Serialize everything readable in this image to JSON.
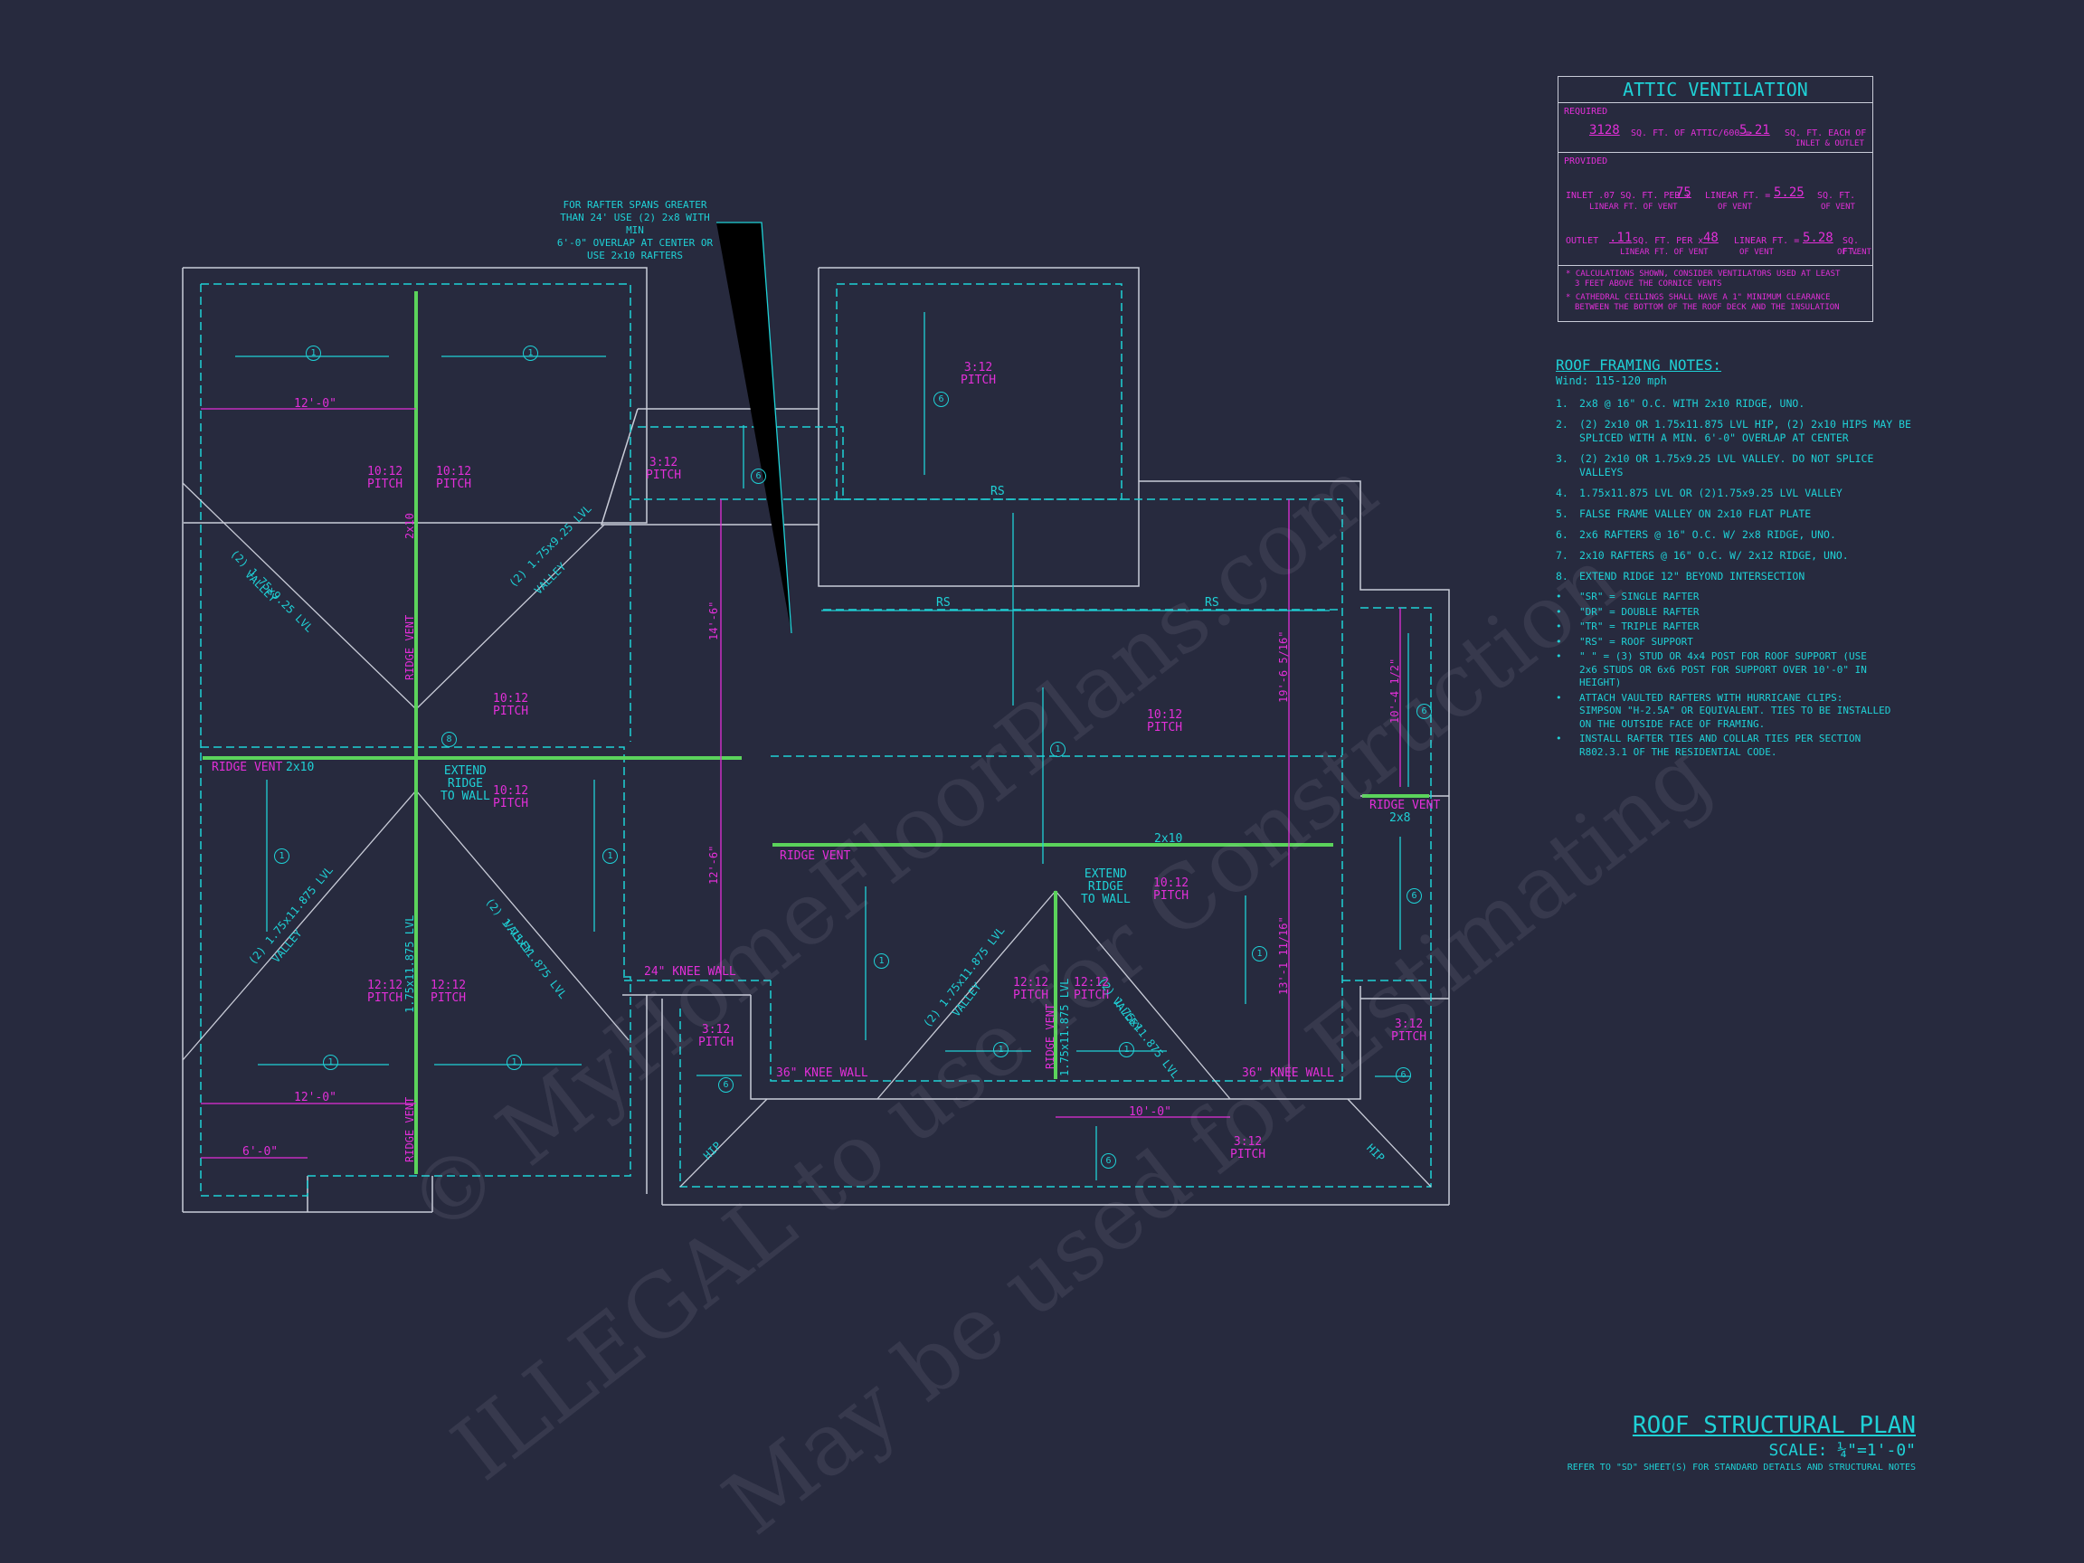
{
  "colors": {
    "background": "#272a3e",
    "line": "#c9ccd8",
    "cyan": "#1fd1d6",
    "magenta": "#e22fd8",
    "green": "#5bd35b"
  },
  "attic": {
    "title": "ATTIC VENTILATION",
    "required": "REQUIRED",
    "req_area": "3128",
    "req_txt": "SQ. FT. OF ATTIC/600 =",
    "req_val": "5.21",
    "req_unit1": "SQ. FT. EACH OF",
    "req_unit2": "INLET & OUTLET",
    "provided": "PROVIDED",
    "inlet_a": "INLET .07 SQ. FT. PER x",
    "inlet_a2": "LINEAR FT. OF VENT",
    "inlet_len": "75",
    "inlet_b": "LINEAR FT. =",
    "inlet_b2": "OF VENT",
    "inlet_val": "5.25",
    "inlet_c": "SQ. FT.",
    "inlet_c2": "OF VENT",
    "outlet_a": "OUTLET",
    "outlet_rate": ".11",
    "outlet_a1": "SQ. FT. PER x",
    "outlet_a2": "LINEAR FT. OF VENT",
    "outlet_len": "48",
    "outlet_b": "LINEAR FT. =",
    "outlet_b2": "OF VENT",
    "outlet_val": "5.28",
    "outlet_c": "SQ. FT.",
    "outlet_c2": "OF VENT",
    "note1a": "* CALCULATIONS SHOWN, CONSIDER VENTILATORS USED AT LEAST",
    "note1b": "3 FEET ABOVE THE CORNICE VENTS",
    "note2a": "* CATHEDRAL CEILINGS SHALL HAVE A 1\" MINIMUM CLEARANCE",
    "note2b": "BETWEEN THE BOTTOM OF THE ROOF DECK AND THE INSULATION"
  },
  "framing": {
    "title": "ROOF FRAMING NOTES:",
    "wind": "Wind: 115-120 mph",
    "items": [
      {
        "n": "1.",
        "t": [
          "2x8 @ 16\" O.C. WITH 2x10 RIDGE, UNO."
        ]
      },
      {
        "n": "2.",
        "t": [
          "(2) 2x10 OR 1.75x11.875 LVL HIP, (2) 2x10 HIPS MAY BE",
          "SPLICED WITH A MIN. 6'-0\" OVERLAP AT CENTER"
        ]
      },
      {
        "n": "3.",
        "t": [
          "(2) 2x10 OR 1.75x9.25 LVL VALLEY. DO NOT SPLICE",
          "VALLEYS"
        ]
      },
      {
        "n": "4.",
        "t": [
          "1.75x11.875 LVL OR (2)1.75x9.25 LVL VALLEY"
        ]
      },
      {
        "n": "5.",
        "t": [
          "FALSE FRAME VALLEY ON 2x10 FLAT PLATE"
        ]
      },
      {
        "n": "6.",
        "t": [
          "2x6 RAFTERS @ 16\" O.C. W/ 2x8 RIDGE, UNO."
        ]
      },
      {
        "n": "7.",
        "t": [
          "2x10 RAFTERS @ 16\" O.C. W/ 2x12 RIDGE, UNO."
        ]
      },
      {
        "n": "8.",
        "t": [
          "EXTEND RIDGE 12\" BEYOND INTERSECTION"
        ]
      }
    ],
    "bullets": [
      [
        "\"SR\"  = SINGLE RAFTER"
      ],
      [
        "\"DR\"  = DOUBLE RAFTER"
      ],
      [
        "\"TR\"  = TRIPLE RAFTER"
      ],
      [
        "\"RS\"  = ROOF SUPPORT"
      ],
      [
        "\"  \" = (3) STUD OR 4x4 POST FOR ROOF SUPPORT (USE",
        "2x6 STUDS OR 6x6 POST FOR SUPPORT OVER 10'-0\" IN",
        "HEIGHT)"
      ],
      [
        "ATTACH VAULTED RAFTERS WITH HURRICANE CLIPS:",
        "SIMPSON \"H-2.5A\" OR EQUIVALENT. TIES TO BE INSTALLED",
        "ON THE OUTSIDE FACE OF FRAMING."
      ],
      [
        "INSTALL RAFTER TIES AND COLLAR TIES PER SECTION",
        "R802.3.1 OF THE  RESIDENTIAL CODE."
      ]
    ]
  },
  "titleblock": {
    "title": "ROOF STRUCTURAL PLAN",
    "scale": "SCALE: ¼\"=1'-0\"",
    "refer": "REFER TO \"SD\" SHEET(S) FOR STANDARD DETAILS AND STRUCTURAL NOTES"
  },
  "watermark": {
    "line1": "© MyHomeFloorPlans.com",
    "line2": "ILLEGAL to use for Construction",
    "line3": "May be used for Estimating"
  },
  "callout": [
    "FOR RAFTER SPANS GREATER",
    "THAN 24' USE (2) 2x8 WITH MIN",
    "6'-0\" OVERLAP AT CENTER OR",
    "USE 2x10 RAFTERS"
  ],
  "labels": {
    "pitch_3_12": "3:12",
    "pitch_10_12": "10:12",
    "pitch_12_12": "12:12",
    "pitch": "PITCH",
    "ridge_vent": "RIDGE VENT",
    "rs": "RS",
    "twoby10": "2x10",
    "twoby8": "2x8",
    "hip": "HIP",
    "extend1": "EXTEND",
    "extend2": "RIDGE",
    "extend3": "TO WALL",
    "valley_925": "(2) 1.75x9.25 LVL",
    "valley_11875": "(2) 1.75x11.875 LVL",
    "valley": "VALLEY",
    "ridge_lvl": "1.75x11.875 LVL",
    "knee24": "24\" KNEE WALL",
    "knee36": "36\" KNEE WALL",
    "dim_12": "12'-0\"",
    "dim_6": "6'-0\"",
    "dim_10": "10'-0\"",
    "dim_14_6": "14'-6\"",
    "dim_12_6": "12'-6\"",
    "dim_19": "19'-6 5/16\"",
    "dim_13": "13'-1 11/16\"",
    "dim_10_4": "10'-4 1/2\"",
    "t1": "1",
    "t6": "6",
    "t8": "8"
  }
}
